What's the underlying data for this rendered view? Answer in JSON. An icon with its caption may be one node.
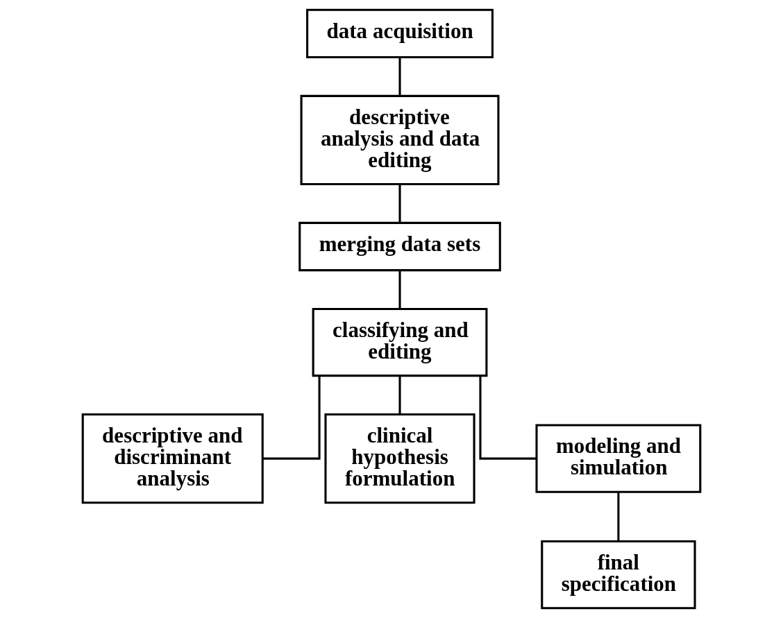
{
  "diagram": {
    "nodes": [
      {
        "text": [
          "data acquisition"
        ]
      },
      {
        "text": [
          "descriptive analysis and data editing"
        ]
      },
      {
        "text": [
          "merging data sets"
        ]
      },
      {
        "text": [
          "classifying and editing"
        ]
      },
      {
        "text": [
          "descriptive and discriminant analysis"
        ]
      },
      {
        "text": [
          "clinical hypothesis formulation"
        ]
      },
      {
        "text": [
          "modeling and simulation"
        ]
      },
      {
        "text": [
          "final specification"
        ]
      }
    ],
    "edges": [
      {
        "from": 0,
        "to": 1,
        "arrow": "none"
      },
      {
        "from": 1,
        "to": 2,
        "arrow": "none"
      },
      {
        "from": 2,
        "to": 3,
        "arrow": "none"
      },
      {
        "from": 3,
        "to": 4,
        "arrow": "none"
      },
      {
        "from": 3,
        "to": 5,
        "arrow": "none"
      },
      {
        "from": 3,
        "to": 6,
        "arrow": "none"
      },
      {
        "from": 6,
        "to": 7,
        "arrow": "none"
      }
    ]
  }
}
